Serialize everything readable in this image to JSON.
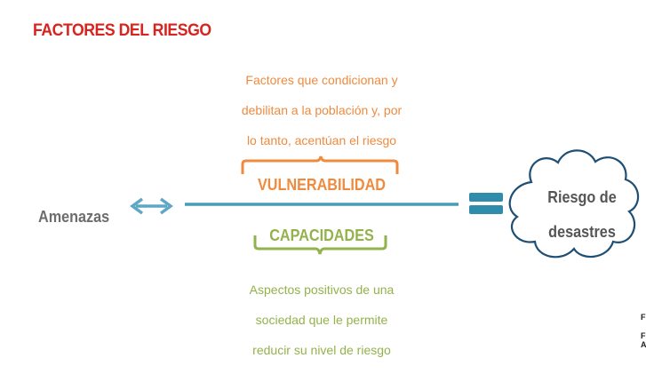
{
  "title": "FACTORES DEL RIESGO",
  "vulnerability": {
    "description": [
      "Factores que condicionan y",
      "debilitan a la población y, por",
      "lo tanto, acentúan el riesgo"
    ],
    "label": "VULNERABILIDAD"
  },
  "capacities": {
    "label": "CAPACIDADES",
    "description": [
      "Aspectos positivos de una",
      "sociedad que le permite",
      "reducir su nivel de riesgo"
    ]
  },
  "threats_label": "Amenazas",
  "result": {
    "lines": [
      "Riesgo de",
      "desastres"
    ]
  },
  "edge_fragments": [
    "F",
    "F",
    "A"
  ],
  "colors": {
    "title": "#d8241f",
    "orange": "#ef8a3e",
    "green": "#93b24b",
    "blue": "#4a9bb8",
    "gray": "#6d6d6d"
  },
  "icons": [
    "double-arrow-icon",
    "equals-icon",
    "cloud-shape",
    "curly-brace-icon"
  ]
}
